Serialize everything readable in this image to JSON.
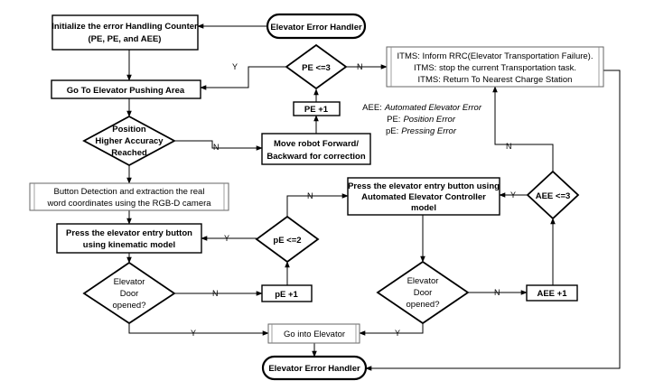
{
  "terminals": {
    "start": "Elevator Error Handler",
    "end": "Elevator Error Handler"
  },
  "processes": {
    "init": [
      "Initialize the error Handling Counter",
      "(PE, PE, and AEE)"
    ],
    "goto_area": "Go To Elevator Pushing Area",
    "move_robot": [
      "Move robot Forward/",
      "Backward for correction"
    ],
    "button_detect": [
      "Button Detection and extraction the real",
      "word coordinates using the RGB-D camera"
    ],
    "press_kinematic": [
      "Press the elevator entry button",
      "using kinematic model"
    ],
    "press_aec": [
      "Press the elevator entry button using",
      "Automated Elevator Controller",
      "model"
    ],
    "pe_inc": "PE +1",
    "pe2_inc": "pE +1",
    "aee_inc": "AEE +1",
    "go_into": "Go into Elevator",
    "itms": [
      "ITMS: Inform RRC(Elevator Transportation Failure).",
      "ITMS: stop the current Transportation task.",
      "ITMS: Return To Nearest Charge Station"
    ]
  },
  "decisions": {
    "pe3": "PE <=3",
    "position": [
      "Position",
      "Higher Accuracy",
      "Reached"
    ],
    "pe2": "pE <=2",
    "door1": [
      "Elevator",
      "Door",
      "opened?"
    ],
    "door2": [
      "Elevator",
      "Door",
      "opened?"
    ],
    "aee3": "AEE <=3"
  },
  "legend": [
    {
      "abbr": "AEE:",
      "text": "Automated Elevator Error"
    },
    {
      "abbr": "PE:",
      "text": "Position Error"
    },
    {
      "abbr": "pE:",
      "text": "Pressing Error"
    }
  ],
  "edge_labels": {
    "yes": "Y",
    "no": "N"
  }
}
